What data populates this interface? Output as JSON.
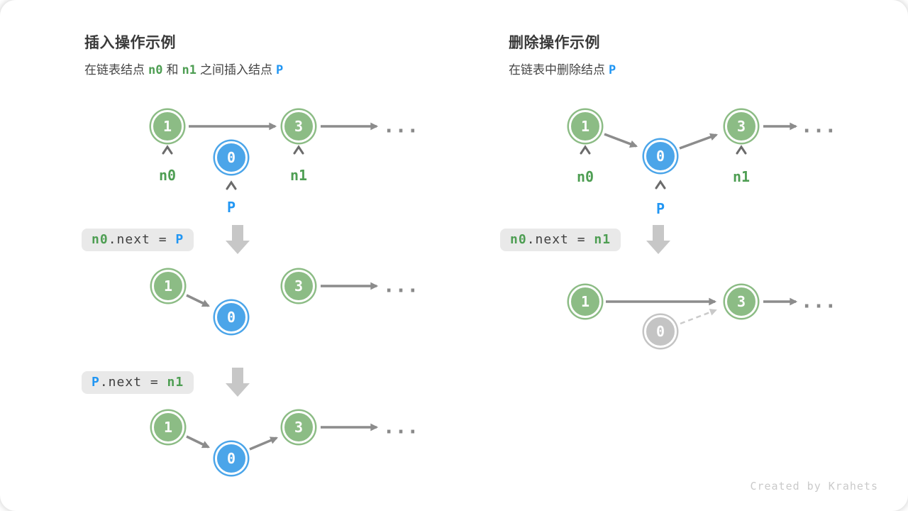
{
  "ellipsis": "...",
  "watermark": "Created by Krahets",
  "values": {
    "one": "1",
    "zero": "0",
    "three": "3"
  },
  "colors": {
    "green_node": "#8CBC85",
    "blue_node": "#4BA5E9",
    "gray_node": "#C4C4C4",
    "green_text": "#4E9E53",
    "blue_text": "#2196F3",
    "arrow": "#8C8C8C",
    "code_bg": "#E9E9E9"
  },
  "insert": {
    "title": "插入操作示例",
    "subtitle": {
      "seg1": "在链表结点",
      "n0": "n0",
      "seg2": "和",
      "n1": "n1",
      "seg3": "之间插入结点",
      "p": "P"
    },
    "labels": {
      "n0": "n0",
      "p": "P",
      "n1": "n1"
    },
    "code_step1": {
      "lhs": "n0",
      "op": ".next = ",
      "rhs": "P"
    },
    "code_step2": {
      "lhs": "P",
      "op": ".next = ",
      "rhs": "n1"
    }
  },
  "delete": {
    "title": "删除操作示例",
    "subtitle": {
      "seg1": "在链表中删除结点",
      "p": "P"
    },
    "labels": {
      "n0": "n0",
      "p": "P",
      "n1": "n1"
    },
    "code_step1": {
      "lhs": "n0",
      "op": ".next = ",
      "rhs": "n1"
    }
  }
}
